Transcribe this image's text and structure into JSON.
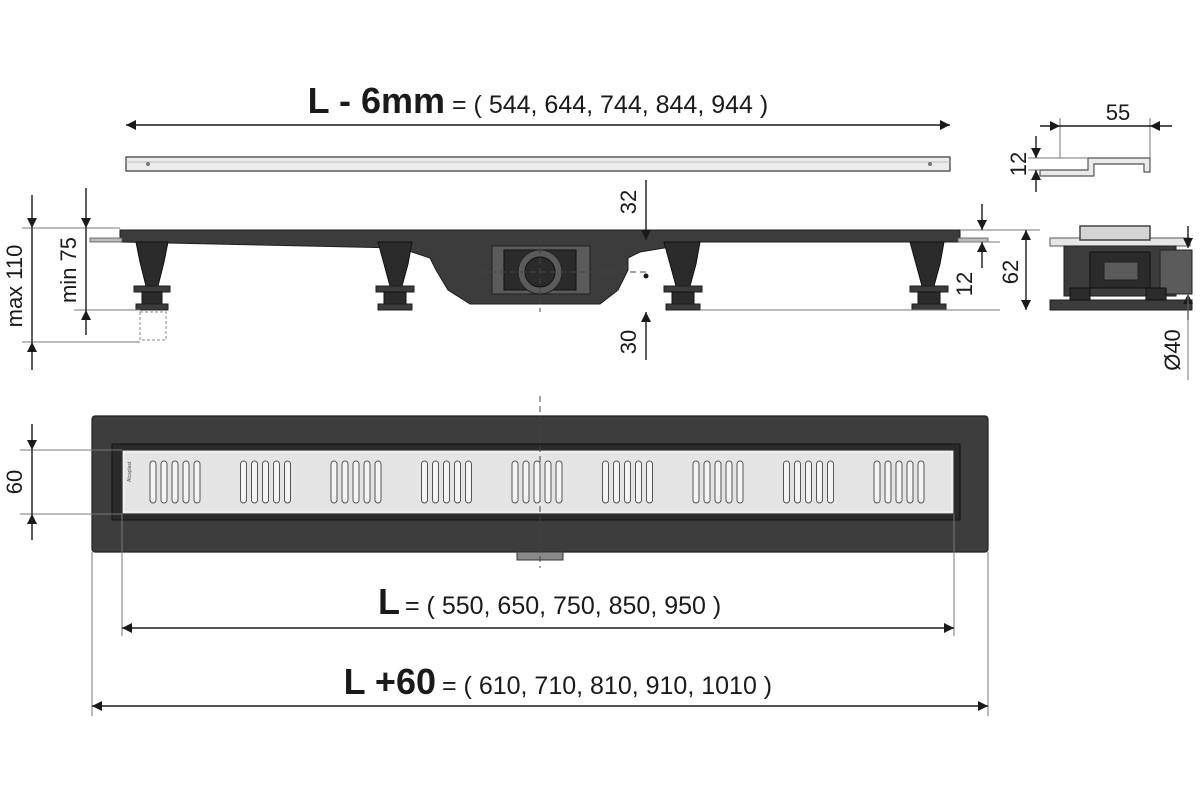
{
  "brand_mark": "Alcaplast",
  "top_profile": {
    "symbol": "L - 6mm",
    "values": "= ( 544, 644, 744, 844, 944 )"
  },
  "bottom_length": {
    "symbol": "L",
    "values": "= ( 550, 650, 750, 850, 950 )"
  },
  "overall_length": {
    "symbol": "L +60",
    "values": "= ( 610, 710, 810, 910, 1010 )"
  },
  "side_view_dims": {
    "max_height": "max 110",
    "min_height": "min 75",
    "top_offset": "32",
    "bottom_offset": "30",
    "flange_height": "12",
    "total_height": "62"
  },
  "section_view_dims": {
    "profile_width": "55",
    "profile_height": "12",
    "outlet_diameter": "Ø40"
  },
  "plan_view_dims": {
    "grate_width": "60"
  }
}
